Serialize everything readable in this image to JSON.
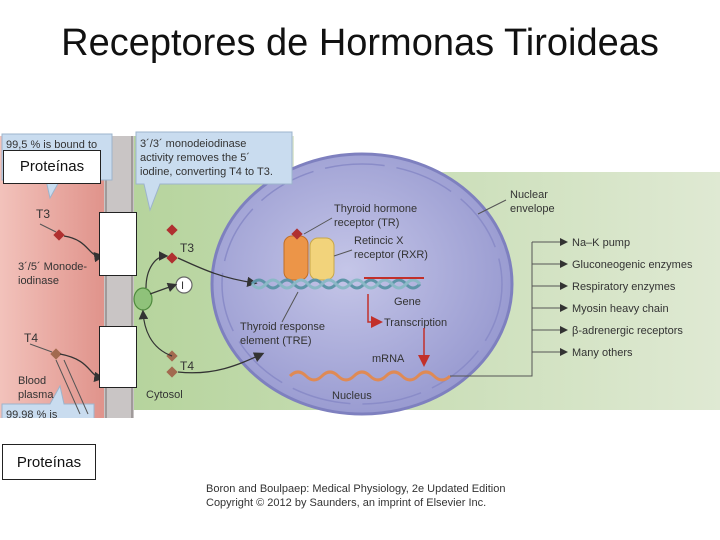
{
  "title": "Receptores de Hormonas Tiroideas",
  "overlays": {
    "top_box": "Proteínas",
    "bottom_box": "Proteínas"
  },
  "callouts": {
    "top_left": "99,5 % is bound to",
    "bottom_left": "99,98 % is",
    "deiodinase_top": [
      "3´/3´ monodeiodinase",
      "activity removes the 5´",
      "iodine, converting T4 to T3."
    ]
  },
  "labels": {
    "t3_plasma": "T3",
    "t3_cell": "T3",
    "t4_plasma": "T4",
    "t4_cell": "T4",
    "deiodinase_side": [
      "3´/5´ Monode-",
      "iodinase"
    ],
    "iodide": "I",
    "blood_plasma": [
      "Blood",
      "plasma"
    ],
    "cytosol": "Cytosol",
    "nuclear_envelope": [
      "Nuclear",
      "envelope"
    ],
    "tr": [
      "Thyroid hormone",
      "receptor (TR)"
    ],
    "rxr": [
      "Retincic X",
      "receptor (RXR)"
    ],
    "gene": "Gene",
    "tre": [
      "Thyroid response",
      "element (TRE)"
    ],
    "transcription": "Transcription",
    "mrna": "mRNA",
    "nucleus": "Nucleus"
  },
  "targets": [
    "Na–K pump",
    "Gluconeogenic enzymes",
    "Respiratory enzymes",
    "Myosin heavy chain",
    "β-adrenergic receptors",
    "Many others"
  ],
  "credits": [
    "Boron and Boulpaep: Medical Physiology, 2e Updated Edition",
    "Copyright © 2012 by Saunders, an imprint of Elsevier Inc."
  ],
  "colors": {
    "plasma": "#eba8a0",
    "membrane": "#cfcfcf",
    "cytosol": "#c8ddb4",
    "nucleus": "#a7a9d8",
    "callout": "#c9dcef",
    "tr_receptor": "#ec9548",
    "rxr_receptor": "#f2d37b",
    "dna": "#6fa4b4",
    "mrna": "#df8a55",
    "hormone_marker": "#b03030"
  }
}
